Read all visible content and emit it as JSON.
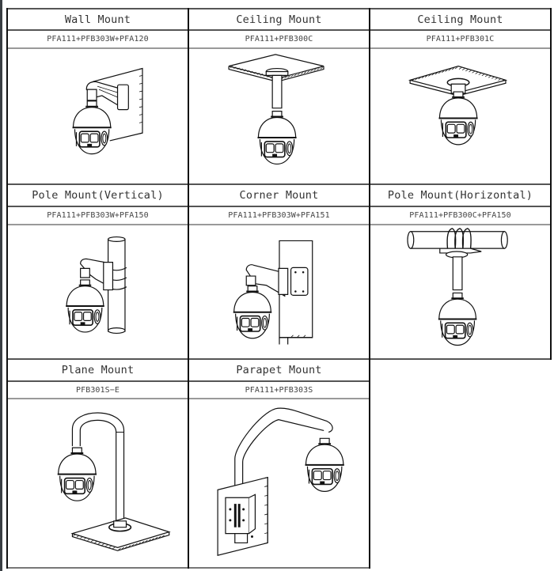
{
  "mounts": [
    {
      "title": "Wall Mount",
      "model": "PFA111+PFB303W+PFA120",
      "illustration": "wall-mount-illustration"
    },
    {
      "title": "Ceiling Mount",
      "model": "PFA111+PFB300C",
      "illustration": "ceiling-mount-pendant-illustration"
    },
    {
      "title": "Ceiling Mount",
      "model": "PFA111+PFB301C",
      "illustration": "ceiling-mount-flush-illustration"
    },
    {
      "title": "Pole Mount(Vertical)",
      "model": "PFA111+PFB303W+PFA150",
      "illustration": "pole-mount-vertical-illustration"
    },
    {
      "title": "Corner Mount",
      "model": "PFA111+PFB303W+PFA151",
      "illustration": "corner-mount-illustration"
    },
    {
      "title": "Pole Mount(Horizontal)",
      "model": "PFA111+PFB300C+PFA150",
      "illustration": "pole-mount-horizontal-illustration"
    },
    {
      "title": "Plane Mount",
      "model": "PFB301S−E",
      "illustration": "plane-mount-illustration"
    },
    {
      "title": "Parapet Mount",
      "model": "PFA111+PFB303S",
      "illustration": "parapet-mount-illustration"
    }
  ]
}
